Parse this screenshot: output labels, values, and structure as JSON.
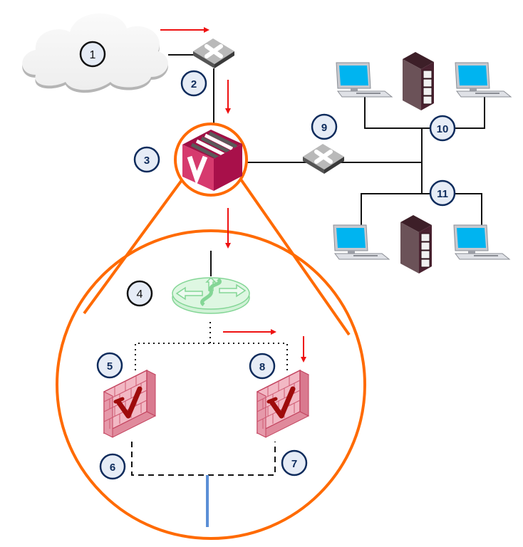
{
  "diagram": {
    "title": "Network topology with virtual firewall cluster",
    "colors": {
      "zoom_outline": "#ff6a00",
      "flow_arrow": "#ee1111",
      "badge_fill": "#e6ecf6",
      "badge_stroke_dark": "#0d2b5c",
      "badge_stroke_black": "#111111",
      "appliance": "#c2185b",
      "firewall": "#e8a4b3",
      "router": "#9be3a8",
      "screen": "#00b4f0",
      "server": "#5a3a44",
      "heartbeat_link": "#5b8fd6"
    },
    "nodes": [
      {
        "id": "internet-cloud",
        "icon": "cloud-icon",
        "label": "1"
      },
      {
        "id": "edge-switch",
        "icon": "switch-icon",
        "label": "2"
      },
      {
        "id": "virtualization-appliance",
        "icon": "appliance-v-icon",
        "label": "3"
      },
      {
        "id": "virtual-router",
        "icon": "router-icon",
        "label": "4"
      },
      {
        "id": "firewall-primary",
        "icon": "firewall-icon",
        "label": "5"
      },
      {
        "id": "firewall-primary-sync",
        "icon": "link-port",
        "label": "6"
      },
      {
        "id": "firewall-secondary-sync",
        "icon": "link-port",
        "label": "7"
      },
      {
        "id": "firewall-secondary",
        "icon": "firewall-icon",
        "label": "8"
      },
      {
        "id": "lan-switch",
        "icon": "switch-icon",
        "label": "9"
      },
      {
        "id": "lan-segment-upper",
        "icon": "bus-icon",
        "label": "10"
      },
      {
        "id": "lan-segment-lower",
        "icon": "bus-icon",
        "label": "11"
      }
    ],
    "hosts": [
      {
        "segment": "10",
        "type": "laptop"
      },
      {
        "segment": "10",
        "type": "server"
      },
      {
        "segment": "10",
        "type": "laptop"
      },
      {
        "segment": "11",
        "type": "laptop"
      },
      {
        "segment": "11",
        "type": "server"
      },
      {
        "segment": "11",
        "type": "laptop"
      }
    ],
    "flow_arrows": 5
  }
}
